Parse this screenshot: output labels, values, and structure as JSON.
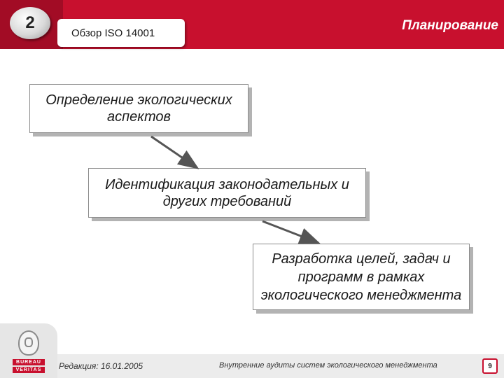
{
  "header": {
    "section_number": "2",
    "subtitle": "Обзор ISO 14001",
    "title": "Планирование"
  },
  "diagram": {
    "steps": [
      "Определение экологических аспектов",
      "Идентификация законодательных и других требований",
      "Разработка целей, задач и программ в рамках экологического менеджмента"
    ]
  },
  "footer": {
    "date": "Редакция: 16.01.2005",
    "course": "Внутренние аудиты систем экологического менеджмента",
    "page": "9",
    "logo_line1": "BUREAU",
    "logo_line2": "VERITAS"
  },
  "colors": {
    "brand_red": "#c8102e",
    "arrow": "#555555"
  }
}
